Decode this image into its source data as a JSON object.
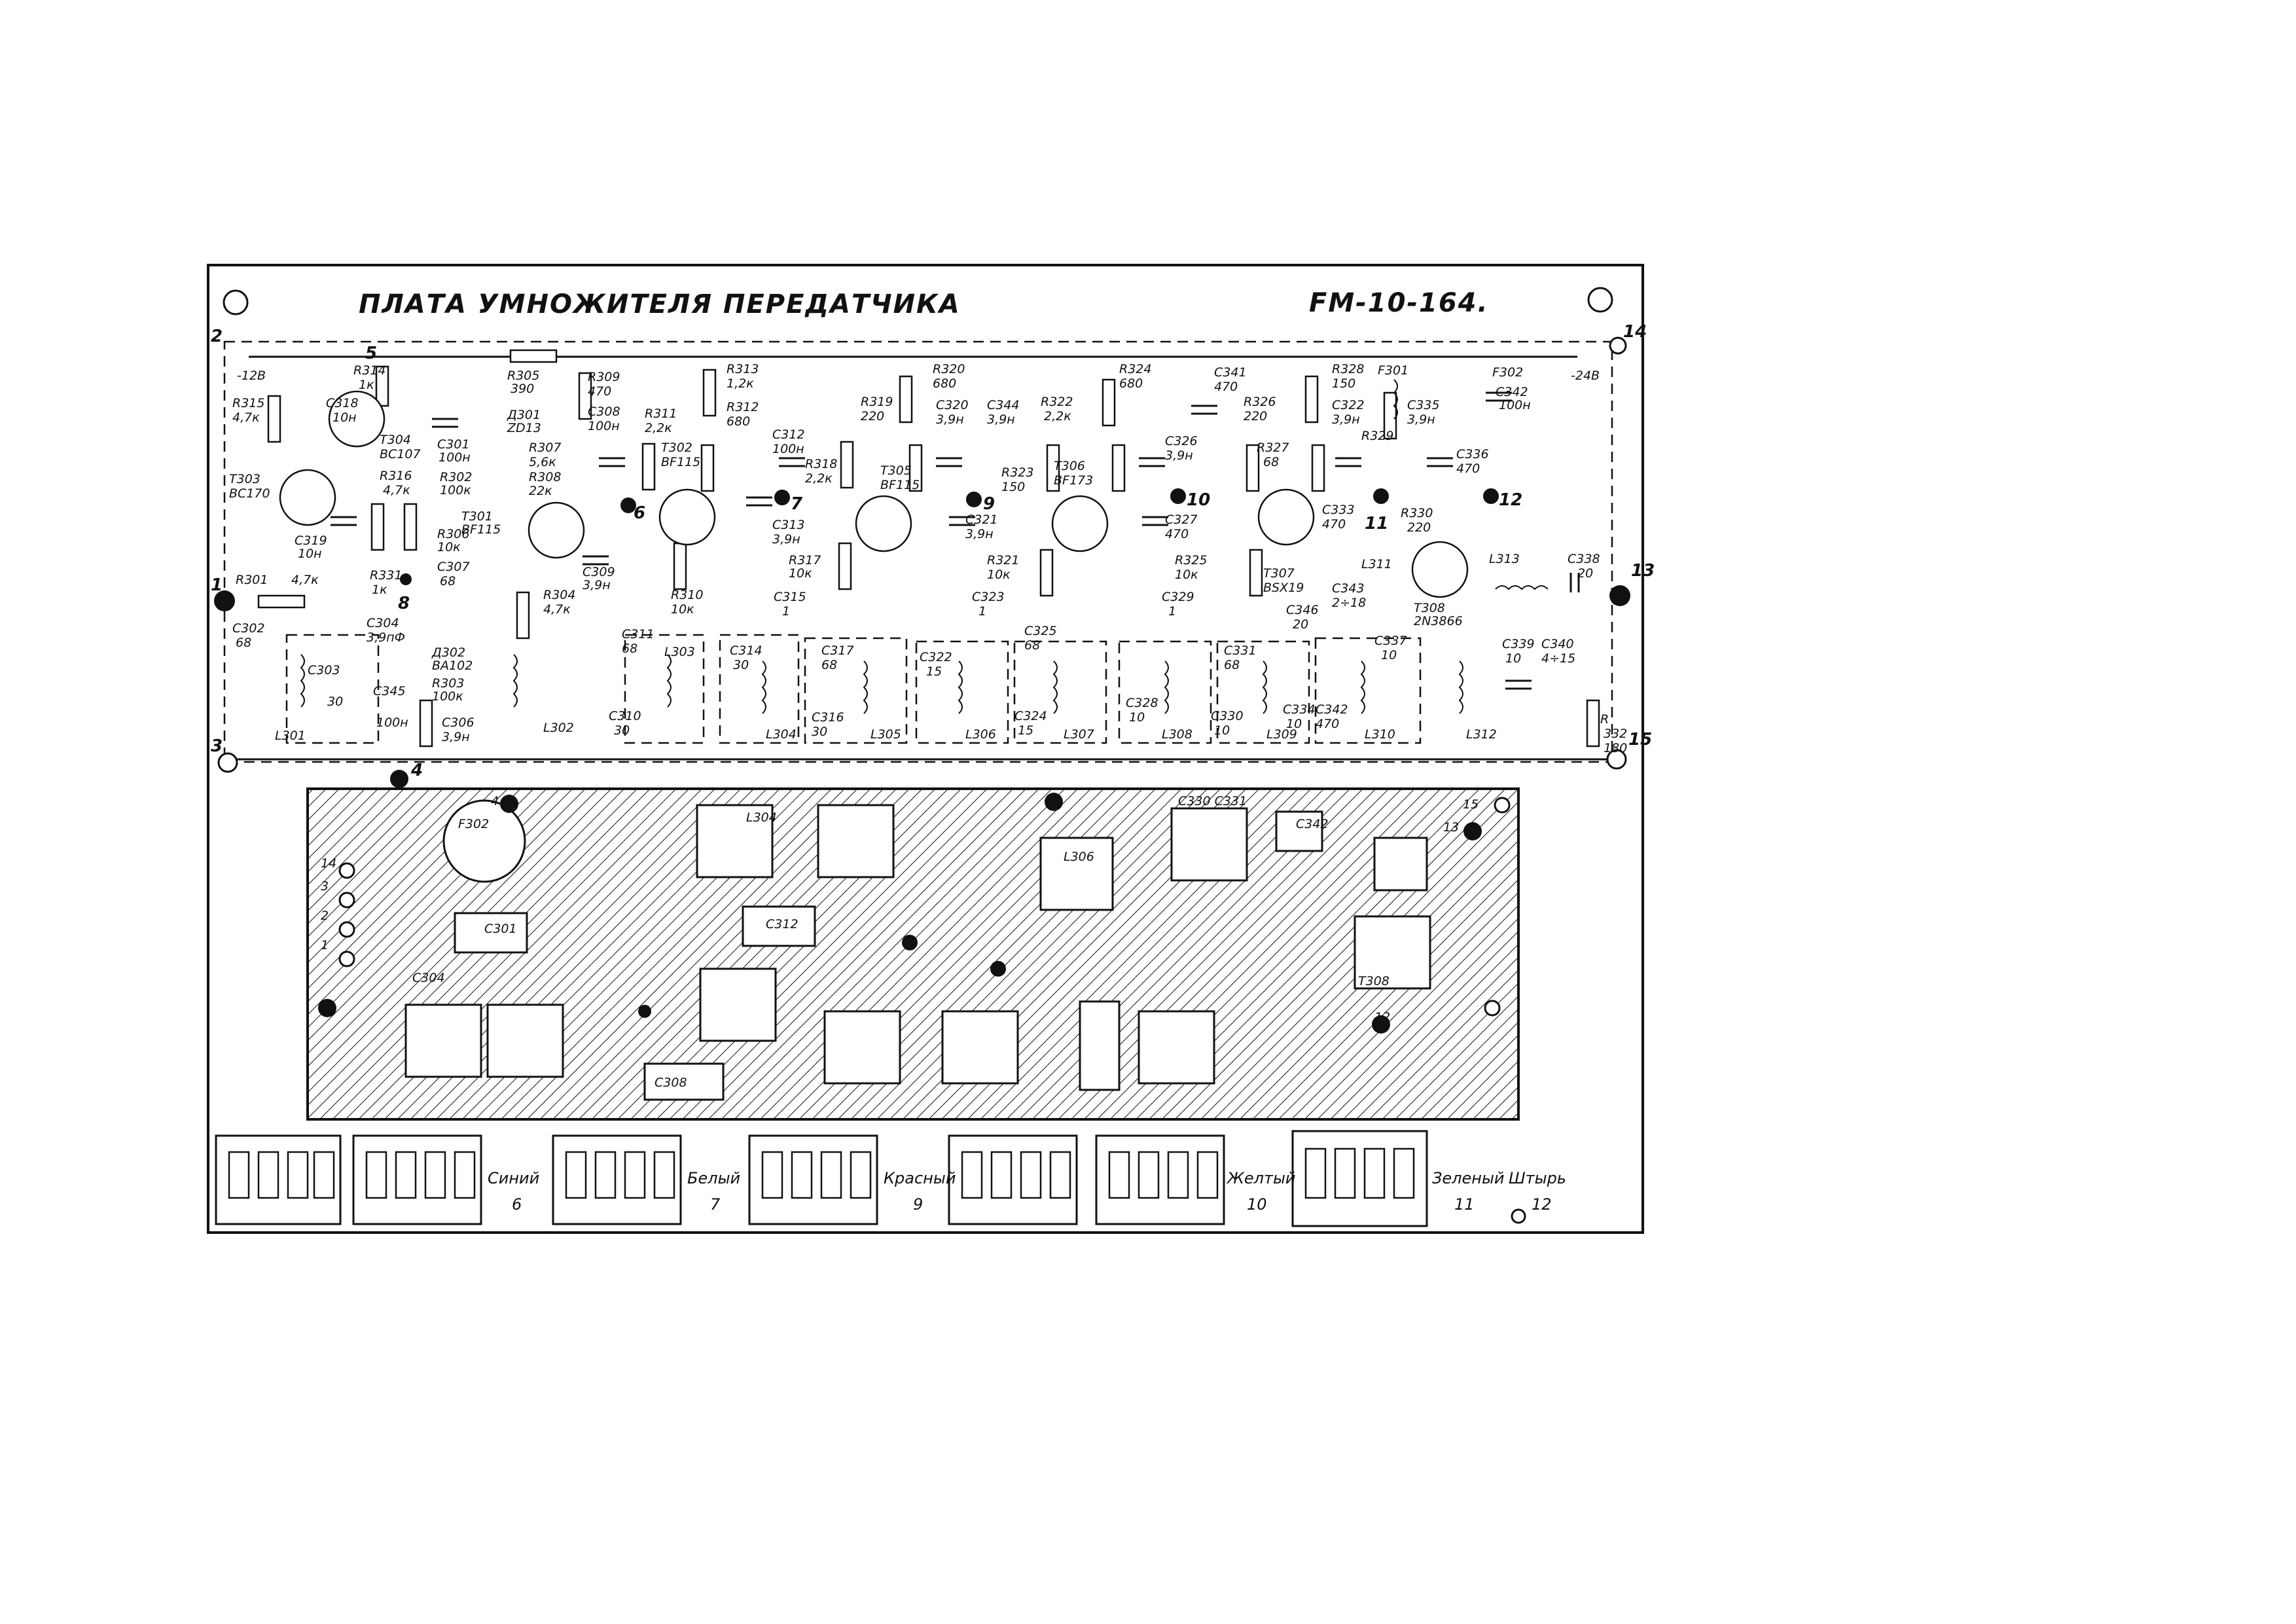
{
  "header": {
    "title": "ПЛАТА УМНОЖИТЕЛЯ ПЕРЕДАТЧИКА",
    "model": "FM-10-164."
  },
  "supply": {
    "neg12": "-12В",
    "neg24": "-24В"
  },
  "terminals": [
    "1",
    "2",
    "3",
    "4",
    "5",
    "6",
    "7",
    "8",
    "9",
    "10",
    "11",
    "12",
    "13",
    "14",
    "15"
  ],
  "transistors": [
    {
      "ref": "T303",
      "type": "BC170"
    },
    {
      "ref": "T304",
      "type": "BC107"
    },
    {
      "ref": "T301",
      "type": "BF115"
    },
    {
      "ref": "T302",
      "type": "BF115"
    },
    {
      "ref": "T305",
      "type": "BF115"
    },
    {
      "ref": "T306",
      "type": "BF173"
    },
    {
      "ref": "T307",
      "type": "BSX19"
    },
    {
      "ref": "T308",
      "type": "2N3866"
    }
  ],
  "resistors": [
    {
      "ref": "R315",
      "value": "4,7к"
    },
    {
      "ref": "R314",
      "value": "1к"
    },
    {
      "ref": "R316",
      "value": "4,7к"
    },
    {
      "ref": "R331",
      "value": "1к"
    },
    {
      "ref": "R301",
      "value": "4,7к"
    },
    {
      "ref": "R305",
      "value": "390"
    },
    {
      "ref": "R302",
      "value": "100к"
    },
    {
      "ref": "R306",
      "value": "10к"
    },
    {
      "ref": "R307",
      "value": "5,6к"
    },
    {
      "ref": "R304",
      "value": "4,7к"
    },
    {
      "ref": "R303",
      "value": "100к"
    },
    {
      "ref": "R308",
      "value": "22к"
    },
    {
      "ref": "R309",
      "value": "470"
    },
    {
      "ref": "R311",
      "value": "2,2к"
    },
    {
      "ref": "R310",
      "value": "10к"
    },
    {
      "ref": "R313",
      "value": "1,2к"
    },
    {
      "ref": "R312",
      "value": "680"
    },
    {
      "ref": "R319",
      "value": "220"
    },
    {
      "ref": "R318",
      "value": "2,2к"
    },
    {
      "ref": "R317",
      "value": "10к"
    },
    {
      "ref": "R320",
      "value": "680"
    },
    {
      "ref": "R322",
      "value": "2,2к"
    },
    {
      "ref": "R323",
      "value": "150"
    },
    {
      "ref": "R321",
      "value": "10к"
    },
    {
      "ref": "R324",
      "value": "680"
    },
    {
      "ref": "R325",
      "value": "10к"
    },
    {
      "ref": "R326",
      "value": "220"
    },
    {
      "ref": "R327",
      "value": "68"
    },
    {
      "ref": "R328",
      "value": "150"
    },
    {
      "ref": "R329",
      "value": ""
    },
    {
      "ref": "R330",
      "value": "220"
    },
    {
      "ref": "R332",
      "value": "180"
    }
  ],
  "capacitors": [
    {
      "ref": "C318",
      "value": "10н"
    },
    {
      "ref": "C319",
      "value": "10н"
    },
    {
      "ref": "C302",
      "value": "68"
    },
    {
      "ref": "C304",
      "value": "3,9пФ"
    },
    {
      "ref": "C303",
      "value": "30"
    },
    {
      "ref": "C345",
      "value": "100н"
    },
    {
      "ref": "C301",
      "value": "100н"
    },
    {
      "ref": "C307",
      "value": "68"
    },
    {
      "ref": "C306",
      "value": "3,9н"
    },
    {
      "ref": "C308",
      "value": "100н"
    },
    {
      "ref": "C309",
      "value": "3,9н"
    },
    {
      "ref": "C311",
      "value": "68"
    },
    {
      "ref": "C310",
      "value": "30"
    },
    {
      "ref": "C312",
      "value": "100н"
    },
    {
      "ref": "C313",
      "value": "3,9н"
    },
    {
      "ref": "C315",
      "value": "1"
    },
    {
      "ref": "C314",
      "value": "30"
    },
    {
      "ref": "C317",
      "value": "68"
    },
    {
      "ref": "C316",
      "value": "30"
    },
    {
      "ref": "C320",
      "value": "3,9н"
    },
    {
      "ref": "C344",
      "value": "3,9н"
    },
    {
      "ref": "C321",
      "value": "3,9н"
    },
    {
      "ref": "C323",
      "value": "1"
    },
    {
      "ref": "C322",
      "value": "15"
    },
    {
      "ref": "C325",
      "value": "68"
    },
    {
      "ref": "C324",
      "value": "15"
    },
    {
      "ref": "C326",
      "value": "3,9н"
    },
    {
      "ref": "C327",
      "value": "470"
    },
    {
      "ref": "C341",
      "value": "470"
    },
    {
      "ref": "C329",
      "value": "1"
    },
    {
      "ref": "C328",
      "value": "10"
    },
    {
      "ref": "C331",
      "value": "68"
    },
    {
      "ref": "C330",
      "value": "10"
    },
    {
      "ref": "C322b",
      "value": "3,9н"
    },
    {
      "ref": "C335",
      "value": "3,9н"
    },
    {
      "ref": "C336",
      "value": "470"
    },
    {
      "ref": "C333",
      "value": "470"
    },
    {
      "ref": "C346",
      "value": "20"
    },
    {
      "ref": "C343",
      "value": "2÷18"
    },
    {
      "ref": "C334",
      "value": "10"
    },
    {
      "ref": "C342b",
      "value": "470"
    },
    {
      "ref": "C337",
      "value": "10"
    },
    {
      "ref": "C339",
      "value": "10"
    },
    {
      "ref": "C340",
      "value": "4÷15"
    },
    {
      "ref": "C338",
      "value": "20"
    },
    {
      "ref": "C342",
      "value": "100н"
    }
  ],
  "inductors": [
    "L301",
    "L302",
    "L303",
    "L304",
    "L305",
    "L306",
    "L307",
    "L308",
    "L309",
    "L310",
    "L311",
    "L312",
    "L313",
    "F301",
    "F302"
  ],
  "diodes": [
    {
      "ref": "Д301",
      "type": "ZD13"
    },
    {
      "ref": "Д302",
      "type": "BA102"
    }
  ],
  "pcb": {
    "labels": [
      "F302",
      "C301",
      "C304",
      "C308",
      "C312",
      "C330",
      "C331",
      "C342",
      "L304",
      "L306",
      "T308",
      "15",
      "14",
      "13",
      "12",
      "4",
      "3",
      "2",
      "1"
    ]
  },
  "coil_wiring": [
    {
      "color": "Синий",
      "num": "6"
    },
    {
      "color": "Белый",
      "num": "7"
    },
    {
      "color": "Красный",
      "num": "9"
    },
    {
      "color": "Желтый",
      "num": "10"
    },
    {
      "color": "Зеленый",
      "num": "11"
    },
    {
      "color": "Штырь",
      "num": "12"
    }
  ]
}
